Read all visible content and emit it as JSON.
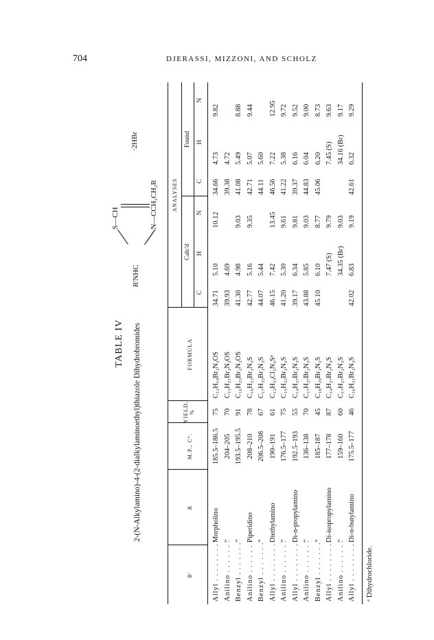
{
  "header": {
    "page_number": "704",
    "authors": "DJERASSI, MIZZONI, AND SCHOLZ"
  },
  "table": {
    "title": "TABLE IV",
    "caption": "2-(N-Alkylamino)-4-(2-dialkylaminoethyl)thiazole Dihydrobromides",
    "structure": {
      "s_ch": "S—CH",
      "rnhc": "R'NHC",
      "n_chain": "N—CCH₂CH₂R",
      "salt": "·2HBr"
    },
    "headers": {
      "r_prime": "R'",
      "r": "R",
      "mp": "M.P., C°.",
      "yield": "YIELD, %",
      "formula": "FORMULA",
      "analyses": "ANALYSES",
      "calcd": "Calc'd",
      "found": "Found",
      "c": "C",
      "h": "H",
      "n": "N"
    },
    "rows": [
      {
        "rp": "Allyl . . . . . . . .",
        "r": "Morpholino",
        "mp": "185.5–186.5",
        "yield": "75",
        "formula": "C₁₂H₁₉Br₂N₃OS",
        "cc": "34.71",
        "ch": "5.10",
        "cn": "10.12",
        "fc": "34.66",
        "fh": "4.73",
        "fn": "9.82"
      },
      {
        "rp": "Anilino . . . . . . .",
        "r": "“",
        "mp": "204–205",
        "yield": "70",
        "formula": "C₁₅H₂₁Br₂N₃OS",
        "cc": "39.93",
        "ch": "4.69",
        "cn": "",
        "fc": "39.38",
        "fh": "4.72",
        "fn": ""
      },
      {
        "rp": "Benzyl . . . . . . .",
        "r": "“",
        "mp": "193.5–195.5",
        "yield": "91",
        "formula": "C₁₆H₂₃Br₂N₃OS",
        "cc": "41.30",
        "ch": "4.98",
        "cn": "9.03",
        "fc": "41.08",
        "fh": "5.49",
        "fn": "8.88"
      },
      {
        "rp": "Anilino . . . . . . .",
        "r": "Piperidino",
        "mp": "208–210",
        "yield": "78",
        "formula": "C₁₆H₂₃Br₂N₃S",
        "cc": "42.77",
        "ch": "5.16",
        "cn": "9.35",
        "fc": "42.71",
        "fh": "5.07",
        "fn": "9.44"
      },
      {
        "rp": "Benzyl . . . . . . .",
        "r": "“",
        "mp": "206.5–208",
        "yield": "67",
        "formula": "C₁₇H₂₅Br₂N₃S",
        "cc": "44.07",
        "ch": "5.44",
        "cn": "",
        "fc": "44.11",
        "fh": "5.60",
        "fn": ""
      },
      {
        "rp": "Allyl . . . . . . . .",
        "r": "Diethylamino",
        "mp": "190–191",
        "yield": "61",
        "formula": "C₁₂H₂₃Cl₂N₃Sᵃ",
        "cc": "46.15",
        "ch": "7.42",
        "cn": "13.45",
        "fc": "46.56",
        "fh": "7.22",
        "fn": "12.95"
      },
      {
        "rp": "Anilino . . . . . . .",
        "r": "“",
        "mp": "176.5–177",
        "yield": "75",
        "formula": "C₁₅H₂₃Br₂N₃S",
        "cc": "41.20",
        "ch": "5.30",
        "cn": "9.61",
        "fc": "41.22",
        "fh": "5.38",
        "fn": "9.72"
      },
      {
        "rp": "Allyl . . . . . . . .",
        "r": "Di-n-propylamino",
        "mp": "192.5–193",
        "yield": "55",
        "formula": "C₁₄H₂₇Br₂N₃S",
        "cc": "39.17",
        "ch": "6.34",
        "cn": "9.81",
        "fc": "39.37",
        "fh": "6.16",
        "fn": "9.52"
      },
      {
        "rp": "Anilino . . . . . . .",
        "r": "“",
        "mp": "136–138",
        "yield": "70",
        "formula": "C₁₇H₂₇Br₂N₃S",
        "cc": "43.88",
        "ch": "5.85",
        "cn": "9.03",
        "fc": "44.83",
        "fh": "6.04",
        "fn": "9.00"
      },
      {
        "rp": "Benzyl . . . . . . .",
        "r": "“",
        "mp": "185–187",
        "yield": "45",
        "formula": "C₁₈H₂₉Br₂N₃S",
        "cc": "45.10",
        "ch": "6.10",
        "cn": "8.77",
        "fc": "45.06",
        "fh": "6.20",
        "fn": "8.73"
      },
      {
        "rp": "Allyl . . . . . . . .",
        "r": "Di-isopropylamino",
        "mp": "177–178",
        "yield": "87",
        "formula": "C₁₄H₂₇Br₂N₃S",
        "cc": "",
        "ch": "7.47 (S)",
        "cn": "9.79",
        "fc": "",
        "fh": "7.45 (S)",
        "fn": "9.63"
      },
      {
        "rp": "Anilino . . . . . . .",
        "r": "“",
        "mp": "159–160",
        "yield": "60",
        "formula": "C₁₇H₂₇Br₂N₃S",
        "cc": "",
        "ch": "34.35 (Br)",
        "cn": "9.03",
        "fc": "",
        "fh": "34.16 (Br)",
        "fn": "9.17"
      },
      {
        "rp": "Allyl . . . . . . . .",
        "r": "Di-n-butylamino",
        "mp": "175.5–177",
        "yield": "46",
        "formula": "C₁₆H₃₁Br₂N₃S",
        "cc": "42.02",
        "ch": "6.83",
        "cn": "9.19",
        "fc": "42.61",
        "fh": "6.32",
        "fn": "9.29"
      }
    ],
    "footnote": "ᵃ Dihydrochloride."
  }
}
